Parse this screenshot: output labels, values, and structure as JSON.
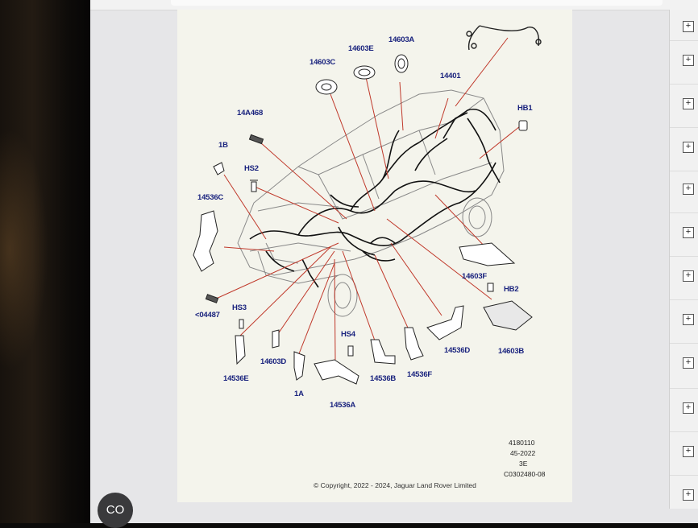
{
  "callouts": {
    "c14603A": "14603A",
    "c14603E": "14603E",
    "c14603C": "14603C",
    "c14401": "14401",
    "c14A468": "14A468",
    "cHB1": "HB1",
    "c1B": "1B",
    "cHS2": "HS2",
    "c14536C": "14536C",
    "c14603F": "14603F",
    "cHB2": "HB2",
    "c04487": "<04487",
    "cHS3": "HS3",
    "c14603B": "14603B",
    "cHS4": "HS4",
    "c14536D": "14536D",
    "c14603D": "14603D",
    "c14536E": "14536E",
    "c14536B": "14536B",
    "c14536F": "14536F",
    "c1A": "1A",
    "c14536A": "14536A"
  },
  "reference": {
    "code1": "4180110",
    "code2": "45-2022",
    "code3": "3E",
    "code4": "C0302480-08"
  },
  "copyright": "© Copyright, 2022 - 2024, Jaguar Land Rover Limited",
  "expander_symbol": "+",
  "co_button": "CO",
  "colors": {
    "callout_text": "#1a237e",
    "leader_line": "#c0392b",
    "paper": "#f4f4ec",
    "page_bg": "#e6e6e8"
  }
}
